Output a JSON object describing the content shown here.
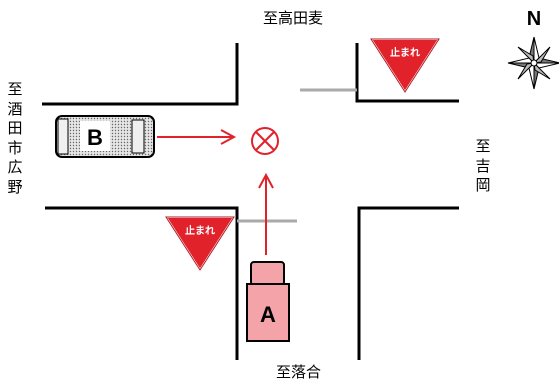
{
  "directions": {
    "north": "至高田麦",
    "south": "至落合",
    "east": [
      "至",
      "吉",
      "岡"
    ],
    "west": [
      "至",
      "酒",
      "田",
      "市",
      "広",
      "野"
    ]
  },
  "compass": {
    "label": "N",
    "icon": "compass-rose-icon"
  },
  "vehicles": {
    "a": {
      "label": "A",
      "color": "#f4a3a8"
    },
    "b": {
      "label": "B",
      "color": "#c8c8c8"
    }
  },
  "signs": {
    "stop_text": "止まれ",
    "color": "#e2222b"
  },
  "collision": {
    "icon": "circle-x-icon",
    "color": "#e2222b"
  },
  "arrow_color": "#e2222b"
}
